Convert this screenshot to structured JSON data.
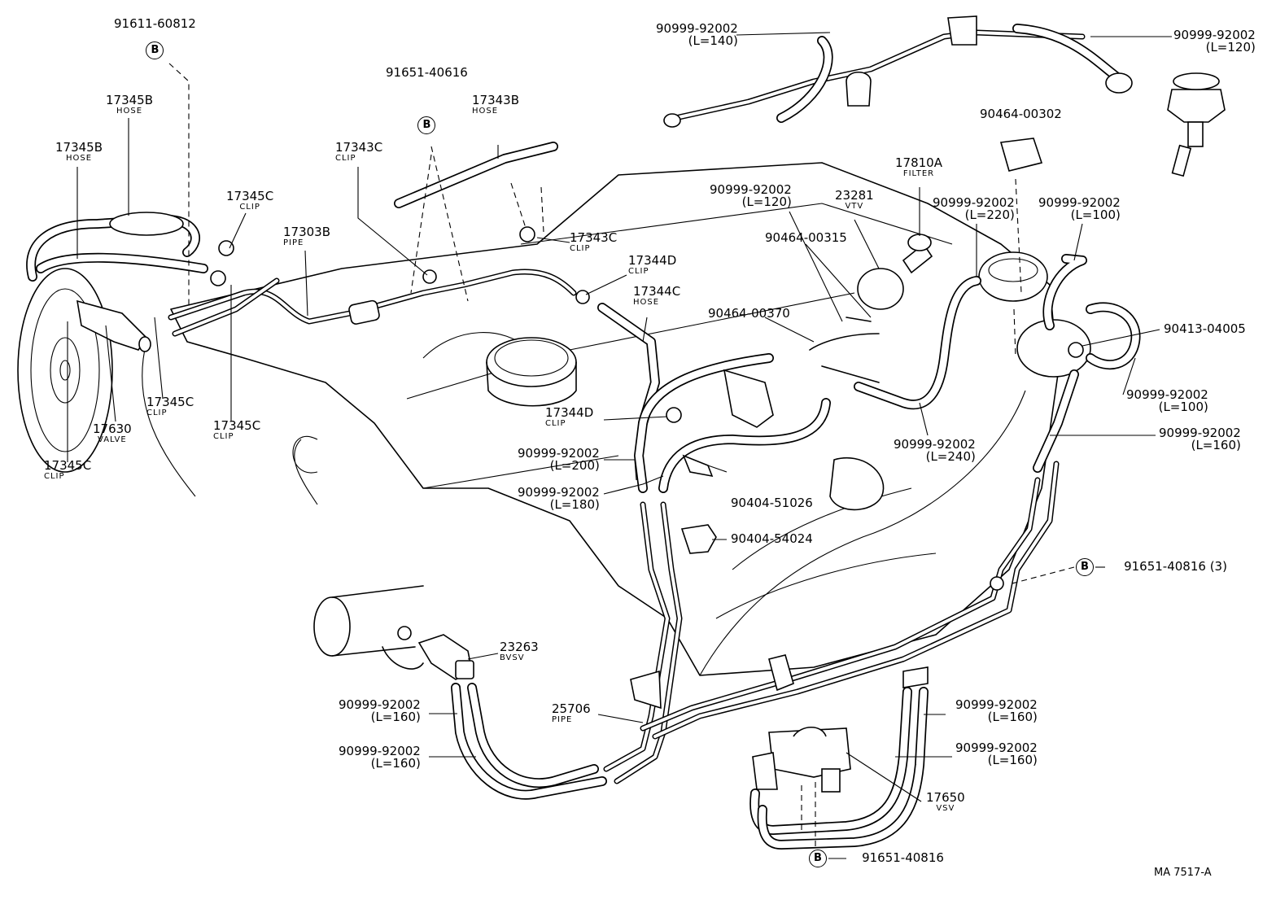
{
  "labels": {
    "p91611_60812": "91611-60812",
    "p17345B_a": {
      "num": "17345B",
      "desc": "HOSE"
    },
    "p17345B_b": {
      "num": "17345B",
      "desc": "HOSE"
    },
    "p17345C_a": {
      "num": "17345C",
      "desc": "CLIP"
    },
    "p17345C_b": {
      "num": "17345C",
      "desc": "CLIP"
    },
    "p17345C_c": {
      "num": "17345C",
      "desc": "CLIP"
    },
    "p17345C_d": {
      "num": "17345C",
      "desc": "CLIP"
    },
    "p17630": {
      "num": "17630",
      "desc": "VALVE"
    },
    "p17303B": {
      "num": "17303B",
      "desc": "PIPE"
    },
    "p17343C_a": {
      "num": "17343C",
      "desc": "CLIP"
    },
    "p17343C_b": {
      "num": "17343C",
      "desc": "CLIP"
    },
    "p17343B": {
      "num": "17343B",
      "desc": "HOSE"
    },
    "p91651_40616": "91651-40616",
    "p17344D_a": {
      "num": "17344D",
      "desc": "CLIP"
    },
    "p17344D_b": {
      "num": "17344D",
      "desc": "CLIP"
    },
    "p17344C": {
      "num": "17344C",
      "desc": "HOSE"
    },
    "h140": {
      "num": "90999-92002",
      "len": "(L=140)"
    },
    "h120a": {
      "num": "90999-92002",
      "len": "(L=120)"
    },
    "h120b": {
      "num": "90999-92002",
      "len": "(L=120)"
    },
    "h220": {
      "num": "90999-92002",
      "len": "(L=220)"
    },
    "h100a": {
      "num": "90999-92002",
      "len": "(L=100)"
    },
    "h100b": {
      "num": "90999-92002",
      "len": "(L=100)"
    },
    "h160a": {
      "num": "90999-92002",
      "len": "(L=160)"
    },
    "h240": {
      "num": "90999-92002",
      "len": "(L=240)"
    },
    "h200": {
      "num": "90999-92002",
      "len": "(L=200)"
    },
    "h180": {
      "num": "90999-92002",
      "len": "(L=180)"
    },
    "h160b": {
      "num": "90999-92002",
      "len": "(L=160)"
    },
    "h160c": {
      "num": "90999-92002",
      "len": "(L=160)"
    },
    "h160d": {
      "num": "90999-92002",
      "len": "(L=160)"
    },
    "h160e": {
      "num": "90999-92002",
      "len": "(L=160)"
    },
    "p90464_00302": "90464-00302",
    "p17810A": {
      "num": "17810A",
      "desc": "FILTER"
    },
    "p23281": {
      "num": "23281",
      "desc": "VTV"
    },
    "p90464_00315": "90464-00315",
    "p90464_00370": "90464-00370",
    "p90413_04005": "90413-04005",
    "p90404_51026": "90404-51026",
    "p90404_54024": "90404-54024",
    "p91651_40816_3": "91651-40816 (3)",
    "p23263": {
      "num": "23263",
      "desc": "BVSV"
    },
    "p25706": {
      "num": "25706",
      "desc": "PIPE"
    },
    "p17650": {
      "num": "17650",
      "desc": "VSV"
    },
    "p91651_40816": "91651-40816",
    "ref_mark": "B",
    "code": "MA  7517-A"
  }
}
